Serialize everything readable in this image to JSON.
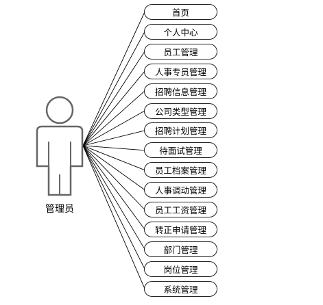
{
  "actor": {
    "label": "管理员"
  },
  "use_cases": [
    {
      "label": "首页"
    },
    {
      "label": "个人中心"
    },
    {
      "label": "员工管理"
    },
    {
      "label": "人事专员管理"
    },
    {
      "label": "招聘信息管理"
    },
    {
      "label": "公司类型管理"
    },
    {
      "label": "招聘计划管理"
    },
    {
      "label": "待面试管理"
    },
    {
      "label": "员工档案管理"
    },
    {
      "label": "人事调动管理"
    },
    {
      "label": "员工工资管理"
    },
    {
      "label": "转正申请管理"
    },
    {
      "label": "部门管理"
    },
    {
      "label": "岗位管理"
    },
    {
      "label": "系统管理"
    }
  ]
}
